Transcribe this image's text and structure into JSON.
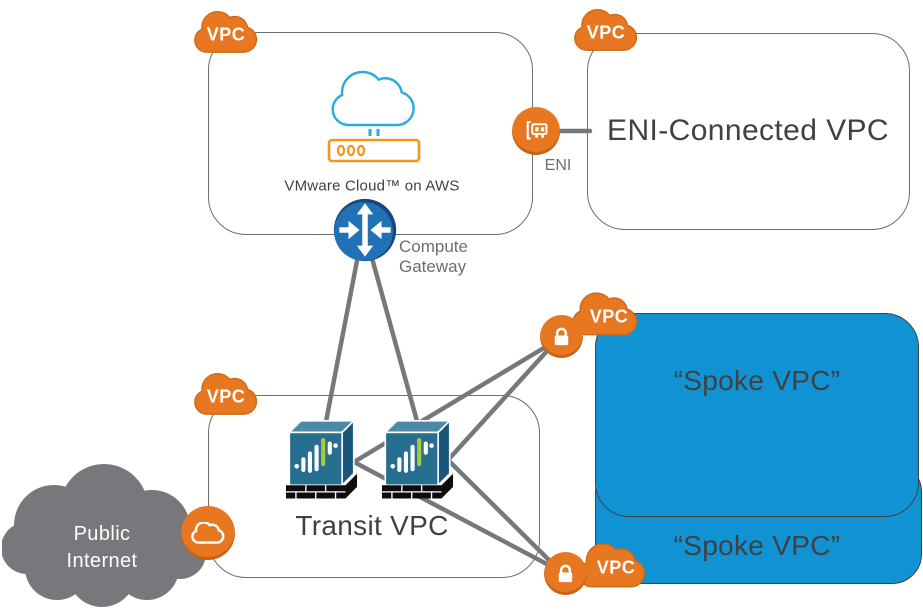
{
  "colors": {
    "orange": "#E87722",
    "orange_border": "#D06A15",
    "spoke_blue": "#1193D3",
    "spoke_border": "#414042",
    "router_blue": "#2071B6",
    "router_blue_dark": "#14487E",
    "firewall_teal": "#276E91",
    "firewall_teal_light": "#4E89A6",
    "firewall_teal_dark": "#1A567A",
    "firewall_green": "#A9CB3A",
    "line_gray": "#77787B",
    "internet_gray": "#77787B",
    "box_border_gray": "#6D6E71",
    "text_dark": "#414042",
    "text_gray": "#6D6E71",
    "vmc_cloud_blue": "#29ABE2",
    "vmc_server_orange": "#F7941E"
  },
  "nodes": {
    "vmc_vpc": {
      "badge": "VPC",
      "label": "VMware Cloud™ on AWS"
    },
    "compute_gateway": {
      "label": "Compute Gateway"
    },
    "eni": {
      "label": "ENI"
    },
    "eni_connected_vpc": {
      "badge": "VPC",
      "label": "ENI-Connected VPC"
    },
    "transit_vpc": {
      "badge": "VPC",
      "label": "Transit VPC"
    },
    "spoke_vpc_top": {
      "badge": "VPC",
      "label": "“Spoke VPC”"
    },
    "spoke_vpc_bottom": {
      "badge": "VPC",
      "label": "“Spoke VPC”"
    },
    "public_internet": {
      "label": "Public Internet"
    }
  }
}
